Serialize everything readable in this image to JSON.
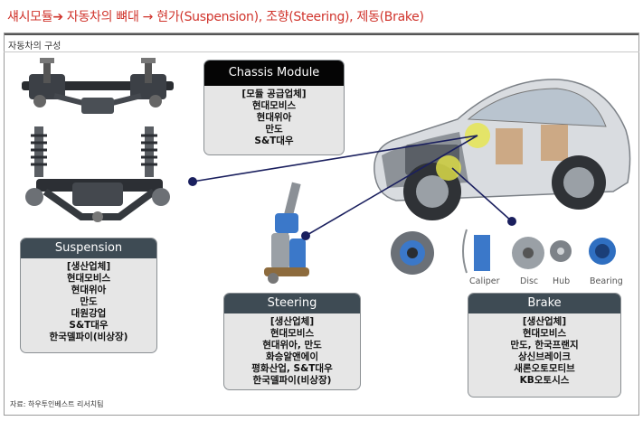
{
  "header": {
    "title": "섀시모듈➔ 자동차의 뼈대 → 현가(Suspension), 조향(Steering), 제동(Brake)"
  },
  "figure": {
    "subtitle": "자동차의 구성",
    "source": "자료: 하우투인베스트 리서치팀"
  },
  "boxes": {
    "chassis": {
      "title": "Chassis Module",
      "items": [
        "[모듈 공급업체]",
        "현대모비스",
        "현대위아",
        "만도",
        "S&T대우"
      ]
    },
    "suspension": {
      "title": "Suspension",
      "items": [
        "[생산업체]",
        "현대모비스",
        "현대위아",
        "만도",
        "대원강업",
        "S&T대우",
        "한국델파이(비상장)"
      ]
    },
    "steering": {
      "title": "Steering",
      "items": [
        "[생산업체]",
        "현대모비스",
        "현대위아, 만도",
        "화승알앤에이",
        "평화산업, S&T대우",
        "한국델파이(비상장)"
      ]
    },
    "brake": {
      "title": "Brake",
      "items": [
        "[생산업체]",
        "현대모비스",
        "만도, 한국프랜지",
        "상신브레이크",
        "새론오토모티브",
        "KB오토시스"
      ]
    }
  },
  "brake_parts": [
    "Caliper",
    "Disc",
    "Hub",
    "Bearing"
  ],
  "colors": {
    "title_red": "#d0342c",
    "box_header": "#3e4b54",
    "box_header_dark": "#050505",
    "box_fill": "#e6e6e6",
    "connector": "#1a1f5e",
    "highlight": "#e6e64a"
  }
}
